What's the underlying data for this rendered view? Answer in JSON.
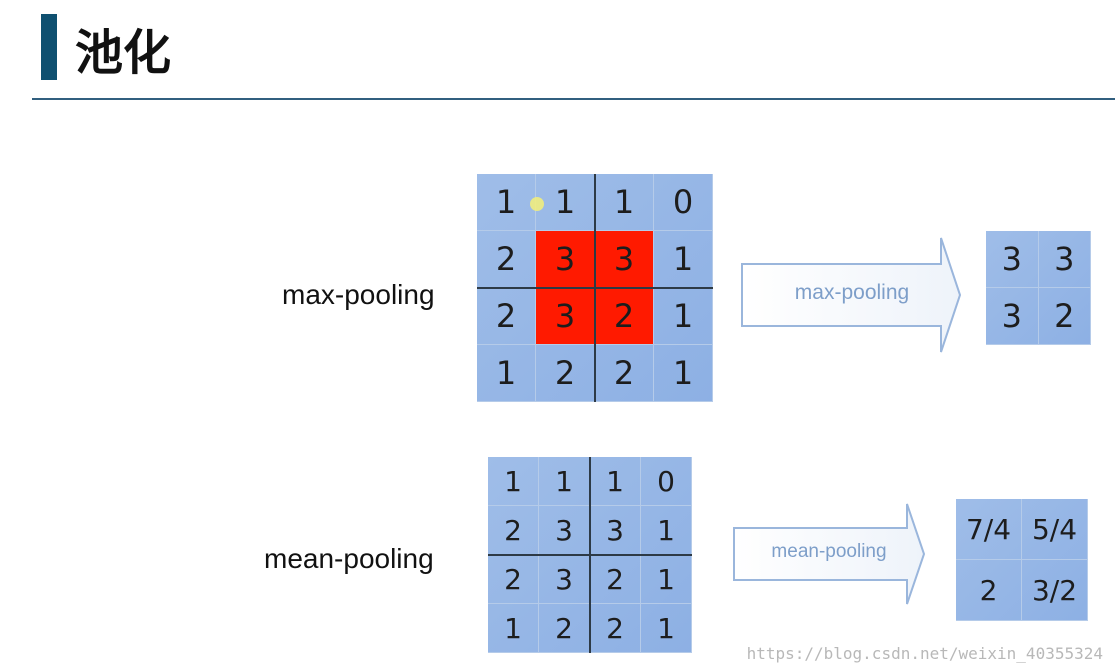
{
  "title": "池化",
  "max_pooling": {
    "label": "max-pooling",
    "arrow_label": "max-pooling",
    "input": [
      [
        "1",
        "1",
        "1",
        "0"
      ],
      [
        "2",
        "3",
        "3",
        "1"
      ],
      [
        "2",
        "3",
        "2",
        "1"
      ],
      [
        "1",
        "2",
        "2",
        "1"
      ]
    ],
    "highlighted": [
      [
        1,
        1
      ],
      [
        1,
        2
      ],
      [
        2,
        1
      ],
      [
        2,
        2
      ]
    ],
    "highlight_color": "#ff1a00",
    "output": [
      [
        "3",
        "3"
      ],
      [
        "3",
        "2"
      ]
    ]
  },
  "mean_pooling": {
    "label": "mean-pooling",
    "arrow_label": "mean-pooling",
    "input": [
      [
        "1",
        "1",
        "1",
        "0"
      ],
      [
        "2",
        "3",
        "3",
        "1"
      ],
      [
        "2",
        "3",
        "2",
        "1"
      ],
      [
        "1",
        "2",
        "2",
        "1"
      ]
    ],
    "output": [
      [
        "7/4",
        "5/4"
      ],
      [
        "2",
        "3/2"
      ]
    ]
  },
  "watermark": "https://blog.csdn.net/weixin_40355324",
  "colors": {
    "accent": "#0f5070",
    "cell_blue": "#9fbde8",
    "arrow_text": "#7d9ec9"
  }
}
